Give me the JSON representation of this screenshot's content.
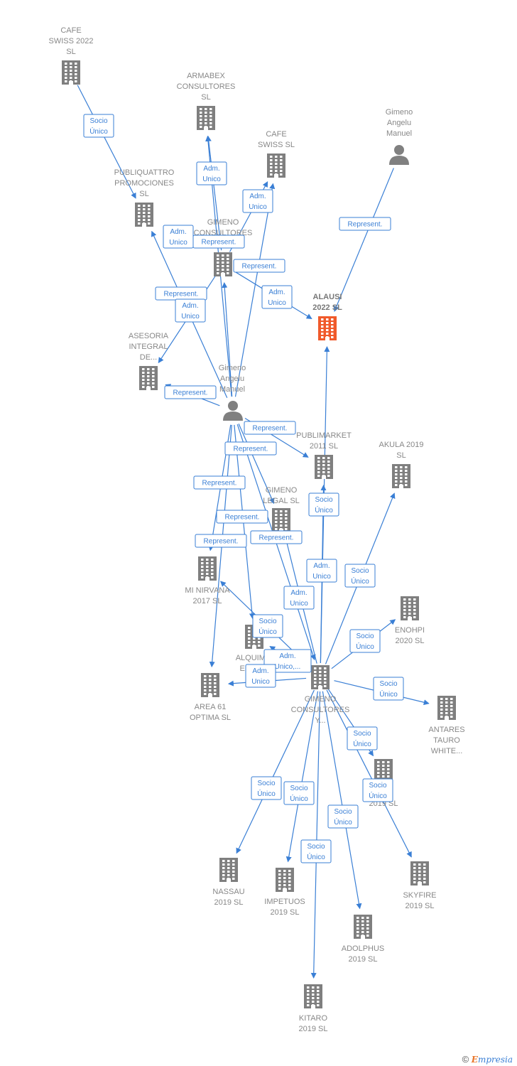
{
  "colors": {
    "edge": "#3a7fd5",
    "company": "#7f7f7f",
    "focus": "#f05a2b",
    "person": "#808080"
  },
  "nodes": [
    {
      "id": "cafe22",
      "type": "company",
      "label": [
        "CAFE",
        "SWISS 2022",
        "SL"
      ]
    },
    {
      "id": "armabex",
      "type": "company",
      "label": [
        "ARMABEX",
        "CONSULTORES",
        "SL"
      ]
    },
    {
      "id": "cafeswiss",
      "type": "company",
      "label": [
        "CAFE",
        "SWISS  SL"
      ]
    },
    {
      "id": "gimeno_top",
      "type": "person",
      "label": [
        "Gimeno",
        "Angelu",
        "Manuel"
      ]
    },
    {
      "id": "publiquattro",
      "type": "company",
      "label": [
        "PUBLIQUATTRO",
        "PROMOCIONES",
        "SL"
      ]
    },
    {
      "id": "gimcons",
      "type": "company",
      "label": [
        "GIMENO",
        "CONSULTORES"
      ]
    },
    {
      "id": "alausi",
      "type": "focus",
      "label": [
        "ALAUSI",
        "2022  SL"
      ]
    },
    {
      "id": "asesoria",
      "type": "company",
      "label": [
        "ASESORIA",
        "INTEGRAL",
        "DE..."
      ]
    },
    {
      "id": "gimeno_mid",
      "type": "person",
      "label": [
        "Gimeno",
        "Angelu",
        "Manuel"
      ]
    },
    {
      "id": "publimarket",
      "type": "company",
      "label": [
        "PUBLIMARKET",
        "2011  SL"
      ]
    },
    {
      "id": "akula",
      "type": "company",
      "label": [
        "AKULA 2019",
        "SL"
      ]
    },
    {
      "id": "gimlegal",
      "type": "company",
      "label": [
        "GIMENO",
        "LEGAL  SL"
      ]
    },
    {
      "id": "minirvana",
      "type": "company",
      "label": [
        "MI NIRVANA",
        "2017  SL"
      ]
    },
    {
      "id": "enohpi",
      "type": "company",
      "label": [
        "ENOHPI",
        "2020  SL"
      ]
    },
    {
      "id": "alquimia",
      "type": "company",
      "label": [
        "ALQUIMIA",
        "EMPR..."
      ]
    },
    {
      "id": "area61",
      "type": "company",
      "label": [
        "AREA 61",
        "OPTIMA  SL"
      ]
    },
    {
      "id": "gimcy",
      "type": "company",
      "label": [
        "GIMENO",
        "CONSULTORES",
        "Y..."
      ]
    },
    {
      "id": "antares",
      "type": "company",
      "label": [
        "ANTARES",
        "TAURO",
        "WHITE..."
      ]
    },
    {
      "id": "rsl",
      "type": "company",
      "label": [
        "R",
        "2019  SL"
      ]
    },
    {
      "id": "nassau",
      "type": "company",
      "label": [
        "NASSAU",
        "2019  SL"
      ]
    },
    {
      "id": "impetuos",
      "type": "company",
      "label": [
        "IMPETUOS",
        "2019  SL"
      ]
    },
    {
      "id": "skyfire",
      "type": "company",
      "label": [
        "SKYFIRE",
        "2019  SL"
      ]
    },
    {
      "id": "adolphus",
      "type": "company",
      "label": [
        "ADOLPHUS",
        "2019  SL"
      ]
    },
    {
      "id": "kitaro",
      "type": "company",
      "label": [
        "KITARO",
        "2019  SL"
      ]
    }
  ],
  "edges": [
    {
      "from": "cafe22",
      "to": "publiquattro",
      "label": [
        "Socio",
        "Único"
      ]
    },
    {
      "from": "gimcons",
      "to": "armabex",
      "label": [
        "Adm.",
        "Unico"
      ]
    },
    {
      "from": "gimcons",
      "to": "cafeswiss",
      "label": [
        "Adm.",
        "Unico"
      ]
    },
    {
      "from": "gimeno_top",
      "to": "alausi",
      "label": [
        "Represent."
      ]
    },
    {
      "from": "gimeno_mid",
      "to": "publiquattro",
      "label": [
        "Adm.",
        "Unico"
      ]
    },
    {
      "from": "gimeno_mid",
      "to": "armabex",
      "label": [
        "Represent."
      ]
    },
    {
      "from": "gimeno_mid",
      "to": "cafeswiss",
      "label": [
        "Represent."
      ]
    },
    {
      "from": "gimcons",
      "to": "alausi",
      "label": [
        "Adm.",
        "Unico"
      ]
    },
    {
      "from": "gimeno_mid",
      "to": "asesoria",
      "label": [
        "Represent."
      ]
    },
    {
      "from": "gimcons",
      "to": "asesoria",
      "label": [
        "Adm.",
        "Unico"
      ]
    },
    {
      "from": "gimeno_mid",
      "to": "gimcons",
      "label": [
        "Represent."
      ]
    },
    {
      "from": "gimeno_mid",
      "to": "publimarket",
      "label": [
        "Represent."
      ]
    },
    {
      "from": "gimeno_mid",
      "to": "gimlegal",
      "label": [
        "Represent."
      ]
    },
    {
      "from": "gimeno_mid",
      "to": "minirvana",
      "label": [
        "Represent."
      ]
    },
    {
      "from": "gimeno_mid",
      "to": "alquimia",
      "label": [
        "Represent."
      ]
    },
    {
      "from": "gimeno_mid",
      "to": "area61",
      "label": [
        "Represent."
      ]
    },
    {
      "from": "gimeno_mid",
      "to": "gimcy",
      "label": [
        "Represent."
      ]
    },
    {
      "from": "gimcy",
      "to": "publimarket",
      "label": [
        "Socio",
        "Único"
      ]
    },
    {
      "from": "gimcy",
      "to": "alausi",
      "label": [
        "Adm.",
        "Unico"
      ]
    },
    {
      "from": "gimcy",
      "to": "akula",
      "label": [
        "Socio",
        "Único"
      ]
    },
    {
      "from": "gimcy",
      "to": "gimlegal",
      "label": [
        "Adm.",
        "Unico"
      ]
    },
    {
      "from": "gimcy",
      "to": "enohpi",
      "label": [
        "Socio",
        "Único"
      ]
    },
    {
      "from": "gimcy",
      "to": "minirvana",
      "label": [
        "Socio",
        "Único"
      ]
    },
    {
      "from": "gimcy",
      "to": "alquimia",
      "label": [
        "Adm.",
        "Unico,..."
      ]
    },
    {
      "from": "gimcy",
      "to": "area61",
      "label": [
        "Adm.",
        "Unico"
      ]
    },
    {
      "from": "gimcy",
      "to": "antares",
      "label": [
        "Socio",
        "Único"
      ]
    },
    {
      "from": "gimcy",
      "to": "rsl",
      "label": [
        "Socio",
        "Único"
      ]
    },
    {
      "from": "gimcy",
      "to": "nassau",
      "label": [
        "Socio",
        "Único"
      ]
    },
    {
      "from": "gimcy",
      "to": "impetuos",
      "label": [
        "Socio",
        "Único"
      ]
    },
    {
      "from": "gimcy",
      "to": "skyfire",
      "label": [
        "Socio",
        "Único"
      ]
    },
    {
      "from": "gimcy",
      "to": "adolphus",
      "label": [
        "Socio",
        "Único"
      ]
    },
    {
      "from": "gimcy",
      "to": "kitaro",
      "label": [
        "Socio",
        "Único"
      ]
    }
  ],
  "footer": {
    "copyright": "©",
    "brand_initial": "E",
    "brand_rest": "mpresia"
  }
}
